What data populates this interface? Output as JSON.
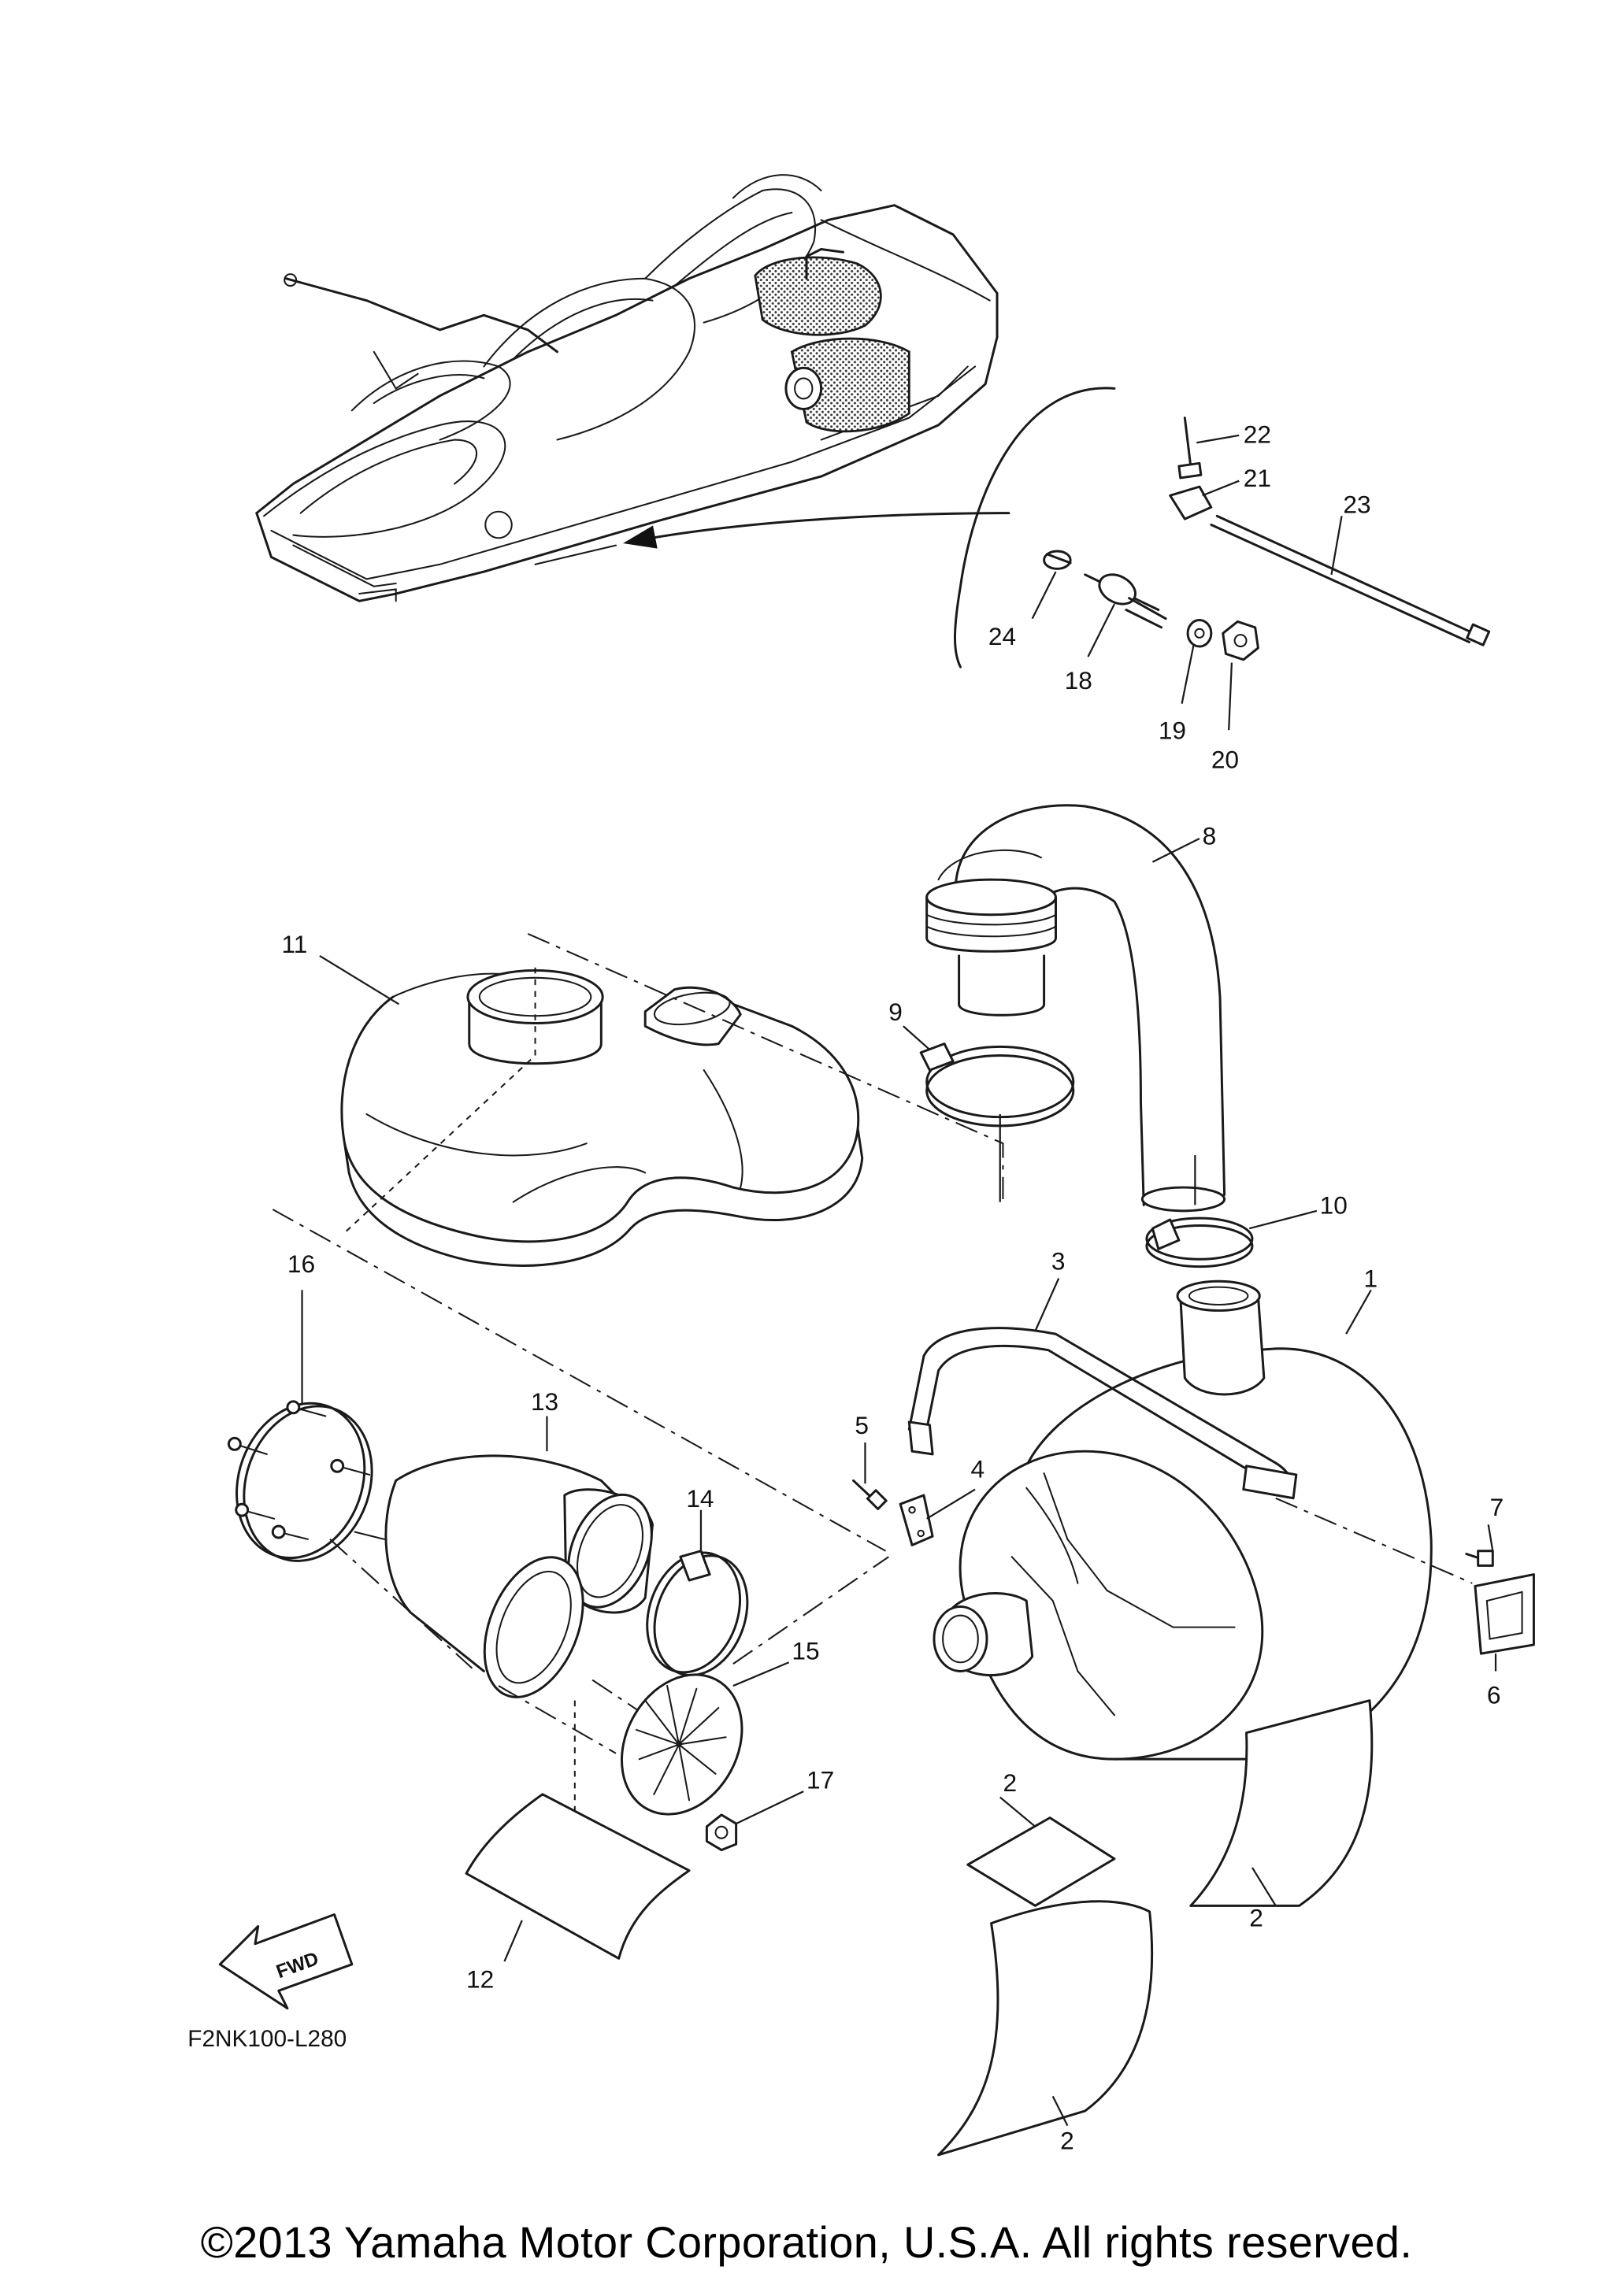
{
  "diagram_code": "F2NK100-L280",
  "fwd_label": "FWD",
  "copyright": "©2013 Yamaha Motor Corporation, U.S.A. All rights reserved.",
  "callouts": {
    "p1": "1",
    "p2a": "2",
    "p2b": "2",
    "p2c": "2",
    "p3": "3",
    "p4": "4",
    "p5": "5",
    "p6": "6",
    "p7": "7",
    "p8": "8",
    "p9": "9",
    "p10": "10",
    "p11": "11",
    "p12": "12",
    "p13": "13",
    "p14": "14",
    "p15": "15",
    "p16": "16",
    "p17": "17",
    "p18": "18",
    "p19": "19",
    "p20": "20",
    "p21": "21",
    "p22": "22",
    "p23": "23",
    "p24": "24"
  }
}
